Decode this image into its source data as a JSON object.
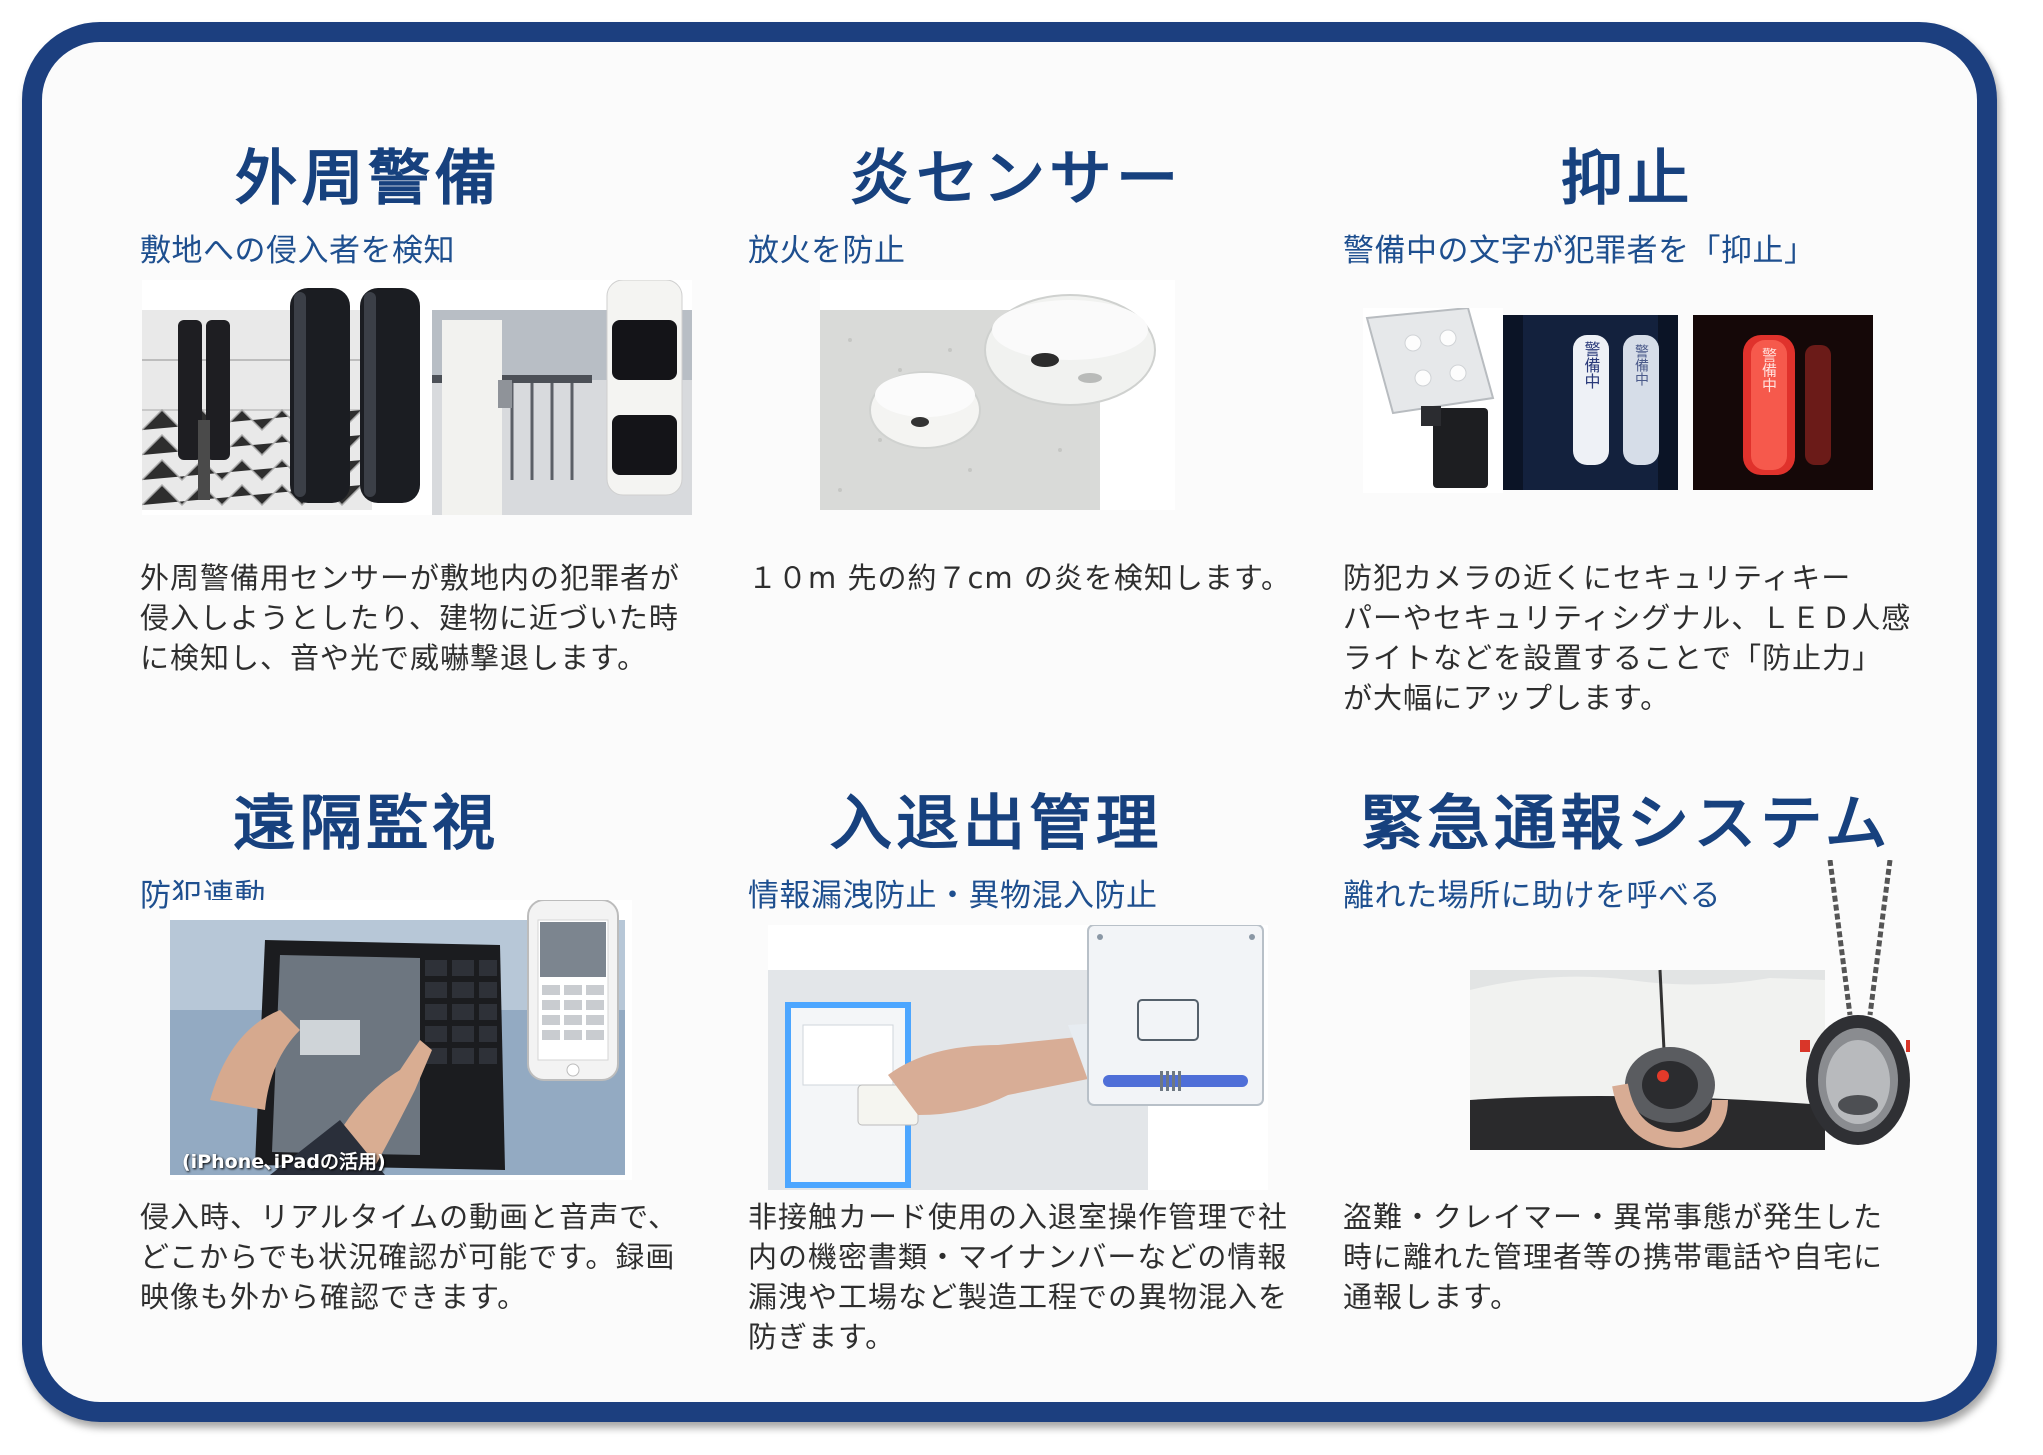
{
  "panels": [
    {
      "title": "外周警備",
      "subtitle": "敷地への侵入者を検知",
      "body": "外周警備用センサーが敷地内の犯罪者が\n侵入しようとしたり、建物に近づいた時\nに検知し、音や光で威嚇撃退します。"
    },
    {
      "title": "炎センサー",
      "subtitle": "放火を防止",
      "body": "１０m 先の約７cm の炎を検知します。"
    },
    {
      "title": "抑止",
      "subtitle": "警備中の文字が犯罪者を「抑止」",
      "body": "防犯カメラの近くにセキュリティキー\nパーやセキュリティシグナル、ＬＥＤ人感\nライトなどを設置することで「防止力」\nが大幅にアップします。",
      "sign_text": "警備中"
    },
    {
      "title": "遠隔監視",
      "subtitle": "防犯連動",
      "body": "侵入時、リアルタイムの動画と音声で、\nどこからでも状況確認が可能です。録画\n映像も外から確認できます。",
      "image_label": "(iPhone､iPadの活用)"
    },
    {
      "title": "入退出管理",
      "subtitle": "情報漏洩防止・異物混入防止",
      "body": "非接触カード使用の入退室操作管理で社\n内の機密書類・マイナンバーなどの情報\n漏洩や工場など製造工程での異物混入を\n防ぎます。"
    },
    {
      "title": "緊急通報システム",
      "subtitle": "離れた場所に助けを呼べる",
      "body": "盗難・クレイマー・異常事態が発生した\n時に離れた管理者等の携帯電話や自宅に\n通報します。"
    }
  ],
  "colors": {
    "frame_border": "#1c3f7f",
    "title": "#17417e",
    "subtitle": "#1e4f8f",
    "body": "#2e2e2e"
  }
}
